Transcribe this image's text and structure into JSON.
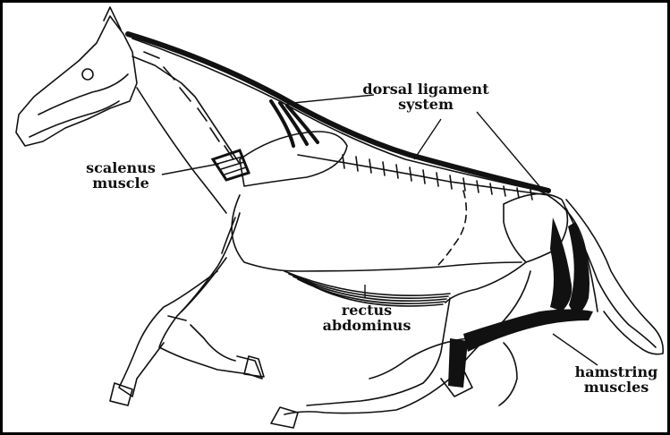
{
  "labels": {
    "dorsal_line1": "dorsal ligament",
    "dorsal_line2": "system",
    "scalenus_line1": "scalenus",
    "scalenus_line2": "muscle",
    "rectus_line1": "rectus",
    "rectus_line2": "abdominus",
    "hamstring_line1": "hamstring",
    "hamstring_line2": "muscles"
  },
  "colors": {
    "ink": "#111111",
    "background": "#ffffff"
  }
}
